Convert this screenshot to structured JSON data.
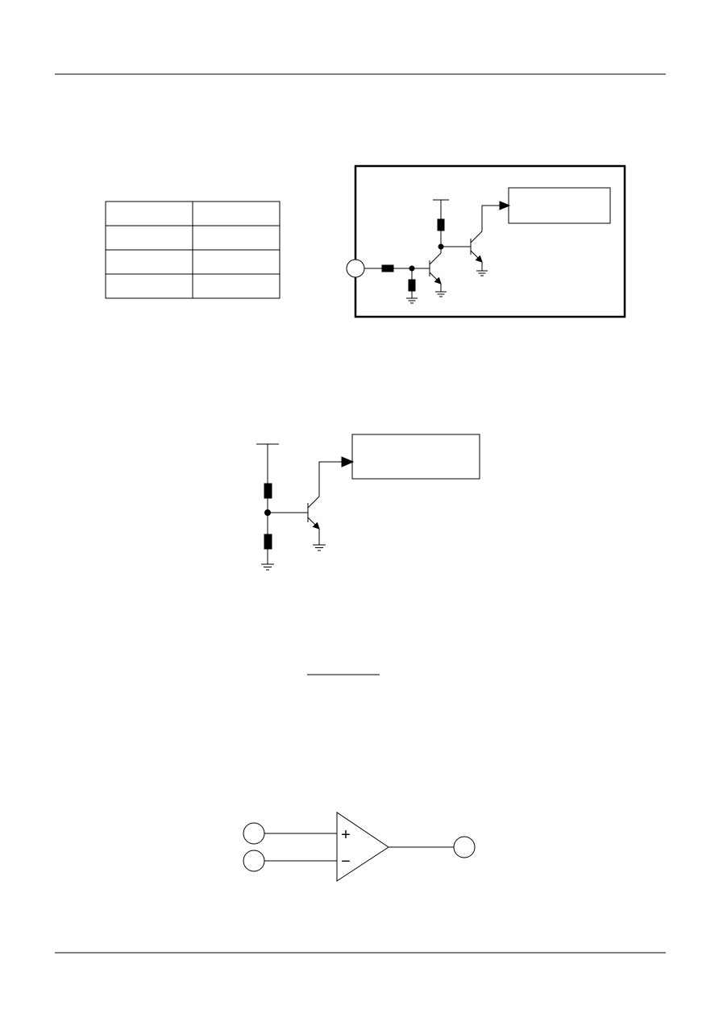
{
  "document": {
    "rules": [
      "top-rule",
      "bottom-rule"
    ],
    "lines_color": "#000000",
    "background_color": "#ffffff"
  },
  "table": {
    "rows": 4,
    "columns": 2,
    "cells": [
      [
        "",
        ""
      ],
      [
        "",
        ""
      ],
      [
        "",
        ""
      ],
      [
        "",
        ""
      ]
    ]
  },
  "figures": [
    {
      "id": "figure-1",
      "description_text": "",
      "frame": true,
      "components": [
        "input-terminal",
        "series-resistor",
        "shunt-resistor",
        "pull-up-resistor",
        "npn-transistor-1",
        "npn-transistor-2",
        "ground-symbols",
        "output-arrow",
        "output-block"
      ]
    },
    {
      "id": "figure-2",
      "components": [
        "vcc-rail",
        "upper-resistor",
        "lower-resistor",
        "junction-node",
        "npn-transistor",
        "ground-symbols",
        "output-arrow",
        "output-block"
      ]
    },
    {
      "id": "formula-fraction-bar"
    },
    {
      "id": "figure-3",
      "components": [
        "op-amp",
        "non-inverting-input-terminal",
        "inverting-input-terminal",
        "output-terminal"
      ],
      "op_amp_signs": [
        "+",
        "−"
      ]
    }
  ]
}
